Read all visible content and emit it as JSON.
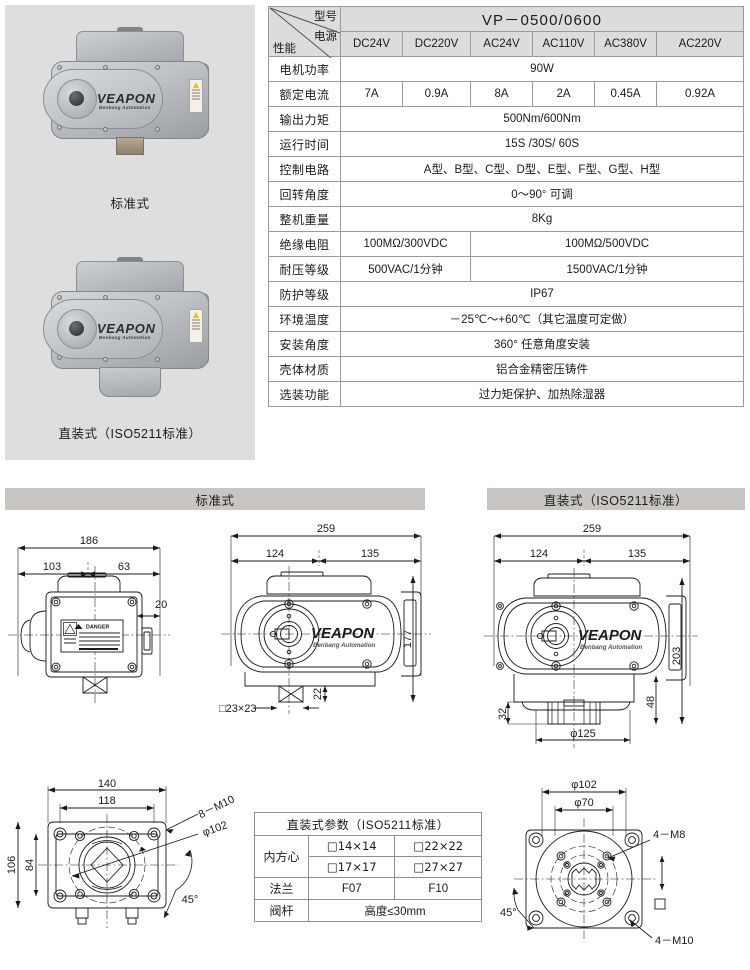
{
  "products": [
    {
      "caption": "标准式",
      "logo": "VEAPON",
      "sublogo": "Benbang Automation"
    },
    {
      "caption": "直装式（ISO5211标准）",
      "logo": "VEAPON",
      "sublogo": "Benbang Automation"
    }
  ],
  "spec_table": {
    "corner": {
      "model_label": "型号",
      "power_label": "电源",
      "performance_label": "性能"
    },
    "model_title": "VP－0500/0600",
    "power_columns": [
      "DC24V",
      "DC220V",
      "AC24V",
      "AC110V",
      "AC380V",
      "AC220V"
    ],
    "rows": [
      {
        "label": "电机功率",
        "span": "90W"
      },
      {
        "label": "额定电流",
        "cells": [
          "7A",
          "0.9A",
          "8A",
          "2A",
          "0.45A",
          "0.92A"
        ]
      },
      {
        "label": "输出力矩",
        "span": "500Nm/600Nm"
      },
      {
        "label": "运行时间",
        "span": "15S /30S/ 60S"
      },
      {
        "label": "控制电路",
        "span": "A型、B型、C型、D型、E型、F型、G型、H型"
      },
      {
        "label": "回转角度",
        "span": "0～90°  可调"
      },
      {
        "label": "整机重量",
        "span": "8Kg"
      },
      {
        "label": "绝缘电阻",
        "half": [
          "100MΩ/300VDC",
          "100MΩ/500VDC"
        ]
      },
      {
        "label": "耐压等级",
        "half": [
          "500VAC/1分钟",
          "1500VAC/1分钟"
        ]
      },
      {
        "label": "防护等级",
        "span": "IP67"
      },
      {
        "label": "环境温度",
        "span": "－25℃～+60℃（其它温度可定做）"
      },
      {
        "label": "安装角度",
        "span": "360°  任意角度安装"
      },
      {
        "label": "壳体材质",
        "span": "铝合金精密压铸件"
      },
      {
        "label": "选装功能",
        "span": "过力矩保护、加热除湿器"
      }
    ]
  },
  "sections": {
    "standard_bar": "标准式",
    "iso_bar": "直装式（ISO5211标准）"
  },
  "drawings": {
    "side_view": {
      "dim_total": "186",
      "dim_left": "103",
      "dim_right": "63",
      "dim_offset": "20",
      "danger_label": "DANGER"
    },
    "front_view_standard": {
      "dim_total": "259",
      "dim_left": "124",
      "dim_right": "135",
      "dim_height": "177",
      "dim_stem": "22",
      "dim_square": "□23×23",
      "logo": "VEAPON",
      "sublogo": "Benbang Automation"
    },
    "front_view_iso": {
      "dim_total": "259",
      "dim_left": "124",
      "dim_right": "135",
      "dim_height": "203",
      "dim_base_h": "32",
      "dim_flange_h": "48",
      "dim_diameter": "φ125",
      "logo": "VEAPON",
      "sublogo": "Benbang Automation"
    },
    "base_plate": {
      "dim_width": "140",
      "dim_inner_width": "118",
      "dim_height": "106",
      "dim_inner_height": "84",
      "note_bolts": "8－M10",
      "note_circle": "φ102",
      "note_angle": "45°"
    },
    "flange_plate": {
      "dim_outer": "φ102",
      "dim_inner": "φ70",
      "note_m8": "4－M8",
      "note_m10": "4－M10",
      "note_angle": "45°"
    }
  },
  "iso_table": {
    "title": "直装式参数（ISO5211标准）",
    "rows": [
      {
        "label": "内方心",
        "values": [
          "□14×14",
          "□22×22",
          "□17×17",
          "□27×27"
        ]
      },
      {
        "label": "法兰",
        "values": [
          "F07",
          "F10"
        ]
      },
      {
        "label": "阀杆",
        "values": [
          "高度≤30mm"
        ]
      }
    ]
  },
  "colors": {
    "panel_bg": "#dedede",
    "table_header_bg": "#dcdcdc",
    "section_bar_bg": "#c8c5c2",
    "line": "#1b1b1b"
  }
}
